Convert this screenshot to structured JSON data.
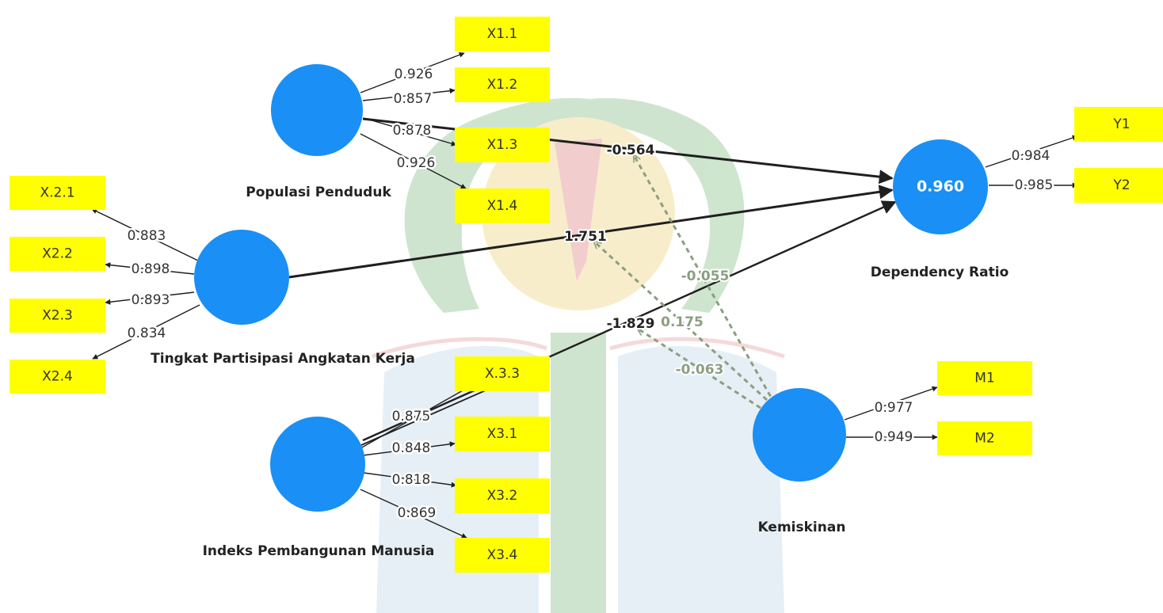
{
  "constructs": {
    "populasi": {
      "name": "Populasi Penduduk",
      "value": ""
    },
    "tpak": {
      "name": "Tingkat Partisipasi Angkatan Kerja",
      "value": ""
    },
    "ipm": {
      "name": "Indeks Pembangunan Manusia",
      "value": ""
    },
    "dependency": {
      "name": "Dependency Ratio",
      "value": "0.960"
    },
    "kemiskinan": {
      "name": "Kemiskinan",
      "value": ""
    }
  },
  "indicators": {
    "x11": "X1.1",
    "x12": "X1.2",
    "x13": "X1.3",
    "x14": "X1.4",
    "x21": "X.2.1",
    "x22": "X2.2",
    "x23": "X2.3",
    "x24": "X2.4",
    "x33": "X.3.3",
    "x31": "X3.1",
    "x32": "X3.2",
    "x34": "X3.4",
    "y1": "Y1",
    "y2": "Y2",
    "m1": "M1",
    "m2": "M2"
  },
  "loadings": {
    "x11": "0.926",
    "x12": "0.857",
    "x13": "0.878",
    "x14": "0.926",
    "x21": "0.883",
    "x22": "0.898",
    "x23": "0.893",
    "x24": "0.834",
    "x33": "0.875",
    "x31": "0.848",
    "x32": "0.818",
    "x34": "0.869",
    "y1": "0.984",
    "y2": "0.985",
    "m1": "0.977",
    "m2": "0.949"
  },
  "paths": {
    "populasi_dependency": "-0.564",
    "tpak_dependency": "1.751",
    "ipm_dependency": "-1.829",
    "mod_populasi": "-0.055",
    "mod_tpak": "0.175",
    "mod_ipm": "-0.063"
  },
  "colors": {
    "construct": "#1a8ff5",
    "indicator": "#ffff00",
    "path": "#1f1f1f",
    "moderation": "#8a9f80"
  }
}
